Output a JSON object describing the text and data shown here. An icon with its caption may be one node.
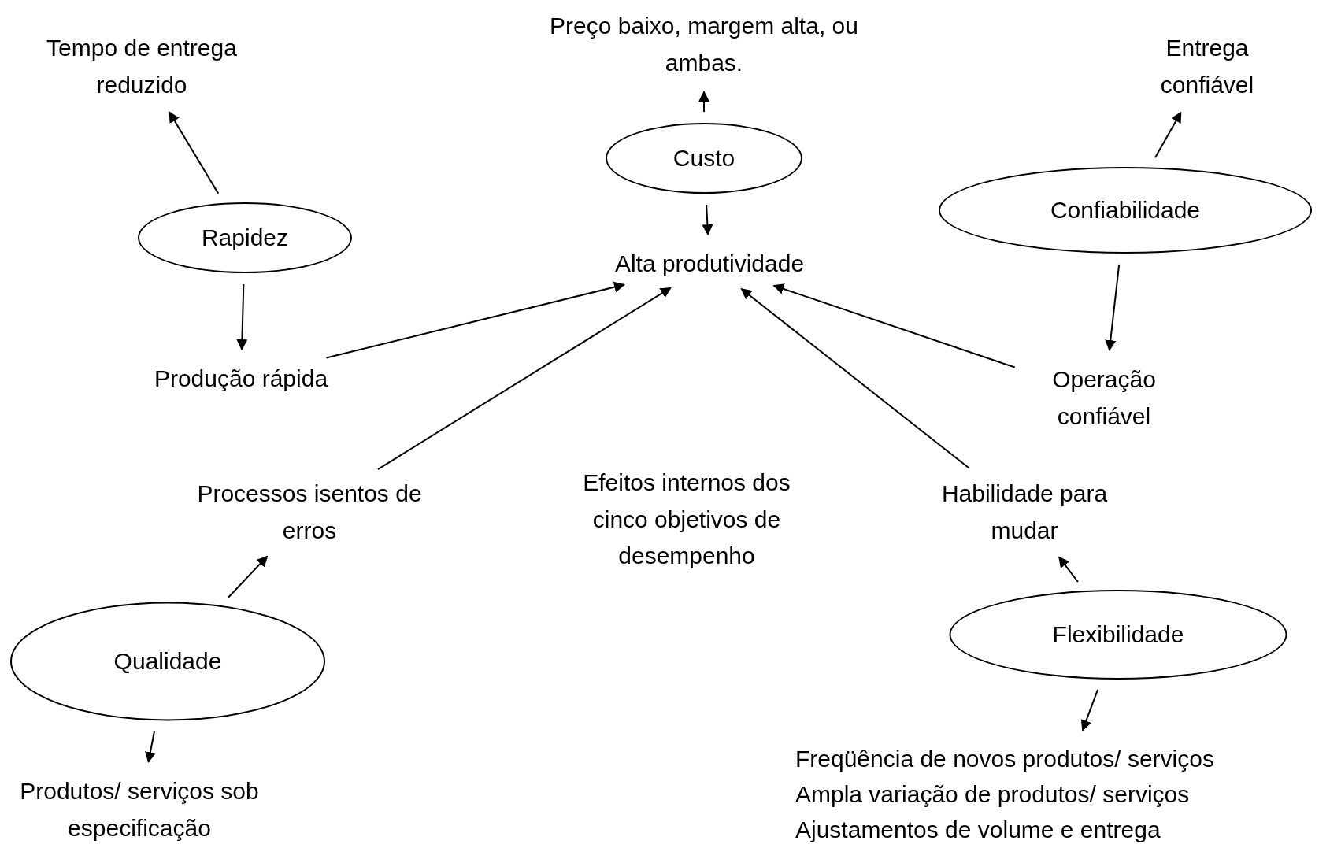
{
  "diagram": {
    "nodes": [
      {
        "text": [
          "Tempo de entrega reduzido"
        ]
      },
      {
        "text": [
          "Rapidez"
        ]
      },
      {
        "text": [
          "Produção rápida"
        ]
      },
      {
        "text": [
          "Preço baixo, margem alta, ou ambas."
        ]
      },
      {
        "text": [
          "Custo"
        ]
      },
      {
        "text": [
          "Alta produtividade"
        ]
      },
      {
        "text": [
          "Entrega confiável"
        ]
      },
      {
        "text": [
          "Confiabilidade"
        ]
      },
      {
        "text": [
          "Operação confiável"
        ]
      },
      {
        "text": [
          "Processos isentos de erros"
        ]
      },
      {
        "text": [
          "Habilidade para mudar"
        ]
      },
      {
        "text": [
          "Qualidade"
        ]
      },
      {
        "text": [
          "Produtos/ serviços sob especificação"
        ]
      },
      {
        "text": [
          "Flexibilidade"
        ]
      },
      {
        "text": [
          "Freqüência de novos produtos/ serviços",
          "Ampla variação de produtos/ serviços",
          "Ajustamentos de volume e entrega"
        ]
      }
    ],
    "edges": [
      {
        "from": 1,
        "to": 0,
        "arrow": "to"
      },
      {
        "from": 1,
        "to": 2,
        "arrow": "to"
      },
      {
        "from": 2,
        "to": 5,
        "arrow": "to"
      },
      {
        "from": 4,
        "to": 3,
        "arrow": "to"
      },
      {
        "from": 4,
        "to": 5,
        "arrow": "to"
      },
      {
        "from": 7,
        "to": 6,
        "arrow": "to"
      },
      {
        "from": 7,
        "to": 8,
        "arrow": "to"
      },
      {
        "from": 8,
        "to": 5,
        "arrow": "to"
      },
      {
        "from": 9,
        "to": 5,
        "arrow": "to"
      },
      {
        "from": 10,
        "to": 5,
        "arrow": "to"
      },
      {
        "from": 11,
        "to": 9,
        "arrow": "to"
      },
      {
        "from": 11,
        "to": 12,
        "arrow": "to"
      },
      {
        "from": 13,
        "to": 10,
        "arrow": "to"
      },
      {
        "from": 13,
        "to": 14,
        "arrow": "to"
      }
    ],
    "labels": [
      "Efeitos internos dos cinco objetivos de desempenho"
    ]
  }
}
